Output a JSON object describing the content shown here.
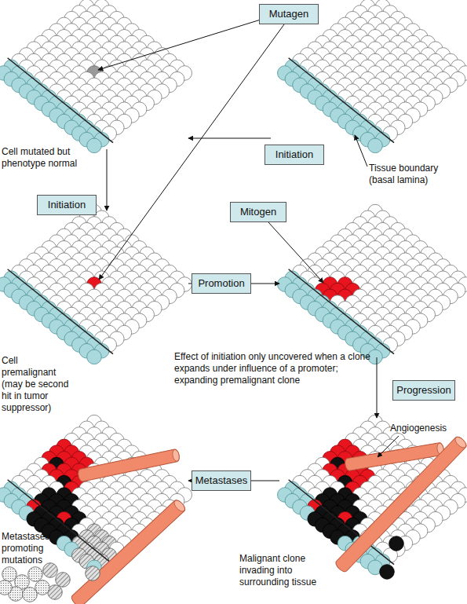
{
  "diagram": {
    "nodes": [
      {
        "text": [
          "Mutagen"
        ]
      },
      {
        "text": [
          "Initiation"
        ]
      },
      {
        "text": [
          "Initiation"
        ]
      },
      {
        "text": [
          "Mitogen"
        ]
      },
      {
        "text": [
          "Promotion"
        ]
      },
      {
        "text": [
          "Progression"
        ]
      },
      {
        "text": [
          "Metastases"
        ]
      }
    ],
    "labels": [
      "Cell mutated but phenotype normal",
      "Tissue boundary (basal lamina)",
      "Cell premalignant (may be second hit in tumor suppressor)",
      "Effect of initiation only uncovered when a clone expands under influence of a promoter; expanding premalignant clone",
      "Angiogenesis",
      "Metastases promoting mutations",
      "Malignant clone invading into surrounding tissue"
    ]
  }
}
